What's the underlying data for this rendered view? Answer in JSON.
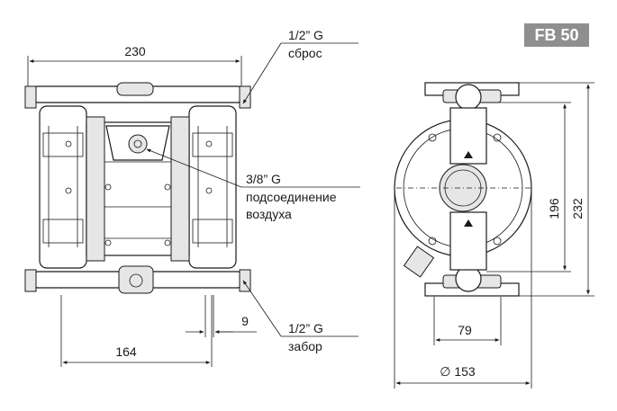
{
  "model_badge": "FB 50",
  "dimensions": {
    "width_top": "230",
    "width_bottom": "164",
    "offset": "9",
    "height_inner": "196",
    "height_outer": "232",
    "port_spacing": "79",
    "diameter": "∅ 153"
  },
  "callouts": {
    "discharge_size": "1/2” G",
    "discharge_label": "сброс",
    "air_size": "3/8” G",
    "air_label_1": "подсоединение",
    "air_label_2": "воздуха",
    "suction_size": "1/2” G",
    "suction_label": "забор"
  },
  "colors": {
    "badge_bg": "#8f8f8f",
    "ink": "#1a1a1a"
  }
}
